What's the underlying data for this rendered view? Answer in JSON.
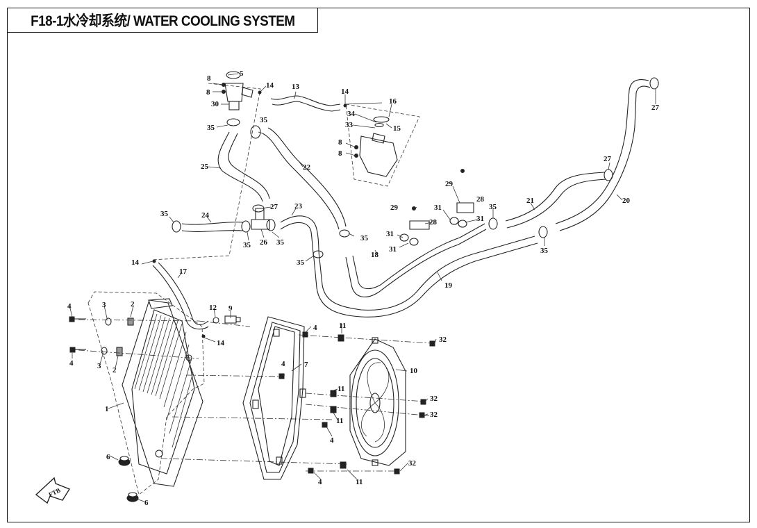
{
  "title": "F18-1水冷却系统/ WATER COOLING SYSTEM",
  "front_marker": "FTB",
  "callouts": {
    "c1": "1",
    "c2a": "2",
    "c2b": "2",
    "c3a": "3",
    "c3b": "3",
    "c4a": "4",
    "c4b": "4",
    "c4c": "4",
    "c4d": "4",
    "c4e": "4",
    "c4f": "4",
    "c5": "5",
    "c6a": "6",
    "c6b": "6",
    "c7": "7",
    "c8a": "8",
    "c8b": "8",
    "c8c": "8",
    "c8d": "8",
    "c9": "9",
    "c10": "10",
    "c11a": "11",
    "c11b": "11",
    "c11c": "11",
    "c11d": "11",
    "c12": "12",
    "c13": "13",
    "c14a": "14",
    "c14b": "14",
    "c14c": "14",
    "c14d": "14",
    "c15": "15",
    "c16": "16",
    "c17": "17",
    "c18": "18",
    "c19": "19",
    "c20": "20",
    "c21": "21",
    "c22": "22",
    "c23": "23",
    "c24": "24",
    "c25": "25",
    "c26": "26",
    "c27a": "27",
    "c27b": "27",
    "c27c": "27",
    "c28a": "28",
    "c28b": "28",
    "c29a": "29",
    "c29b": "29",
    "c30": "30",
    "c31a": "31",
    "c31b": "31",
    "c31c": "31",
    "c31d": "31",
    "c32a": "32",
    "c32b": "32",
    "c32c": "32",
    "c32d": "32",
    "c33": "33",
    "c34": "34",
    "c35a": "35",
    "c35b": "35",
    "c35c": "35",
    "c35d": "35",
    "c35e": "35",
    "c35f": "35",
    "c35g": "35",
    "c35h": "35",
    "c35i": "35"
  }
}
